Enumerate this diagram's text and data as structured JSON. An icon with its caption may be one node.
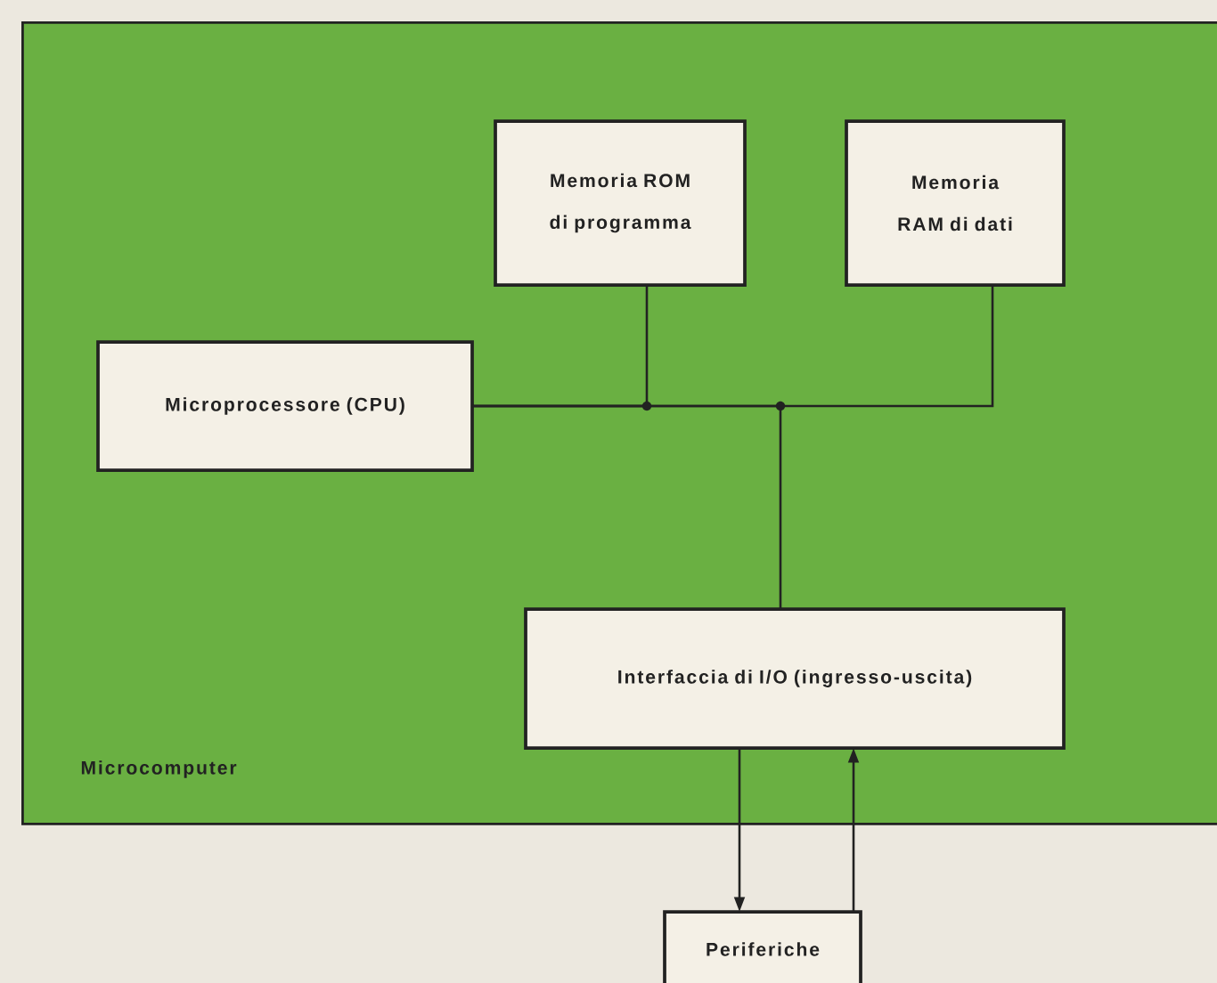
{
  "diagram": {
    "nodes": [
      {
        "text": [
          "Microcomputer"
        ]
      },
      {
        "text": [
          "Memoria ROM di programma"
        ],
        "in": 0
      },
      {
        "text": [
          "Memoria RAM di dati"
        ],
        "in": 0
      },
      {
        "text": [
          "Microprocessore (CPU)"
        ],
        "in": 0
      },
      {
        "text": [
          "Interfaccia di I/O (ingresso-uscita)"
        ],
        "in": 0
      },
      {
        "text": [
          "Periferiche"
        ]
      }
    ],
    "edges": [
      {
        "from": 3,
        "to": 1,
        "arrow": "none"
      },
      {
        "from": 3,
        "to": 2,
        "arrow": "none"
      },
      {
        "from": 3,
        "to": 4,
        "arrow": "none"
      },
      {
        "from": 4,
        "to": 5,
        "arrow": "to"
      },
      {
        "from": 5,
        "to": 4,
        "arrow": "to"
      }
    ]
  }
}
